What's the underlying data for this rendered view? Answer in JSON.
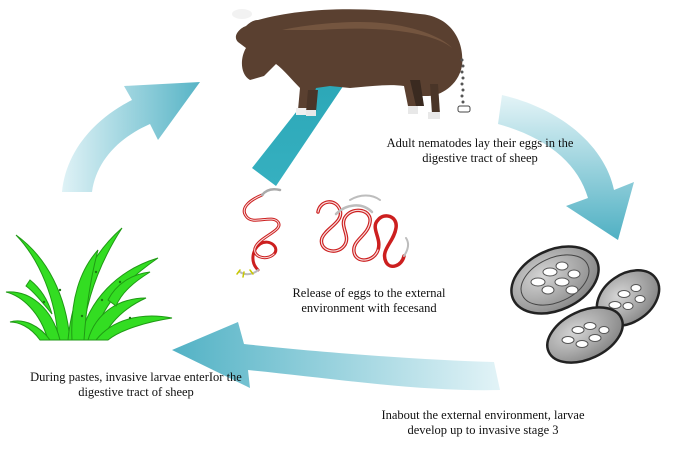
{
  "diagram": {
    "stages": [
      {
        "id": "adult",
        "text": "Adult nematodes lay their eggs in the digestive tract of sheep"
      },
      {
        "id": "release",
        "text": "Release of eggs to the external environment with fecesand"
      },
      {
        "id": "larvae",
        "text": "Inabout the external environment, larvae develop up to invasive stage 3"
      },
      {
        "id": "pasture",
        "text": "During pastes, invasive larvae enterIor the digestive tract of sheep"
      }
    ],
    "icons": [
      "sheep-icon",
      "nematode-worms-icon",
      "eggs-icon",
      "grass-icon"
    ],
    "colors": {
      "arrow": "#57b4c6",
      "arrow_light": "#dff2f6",
      "worm": "#cc1f1f",
      "grass": "#33dd22",
      "egg": "#8e8e8e"
    }
  }
}
